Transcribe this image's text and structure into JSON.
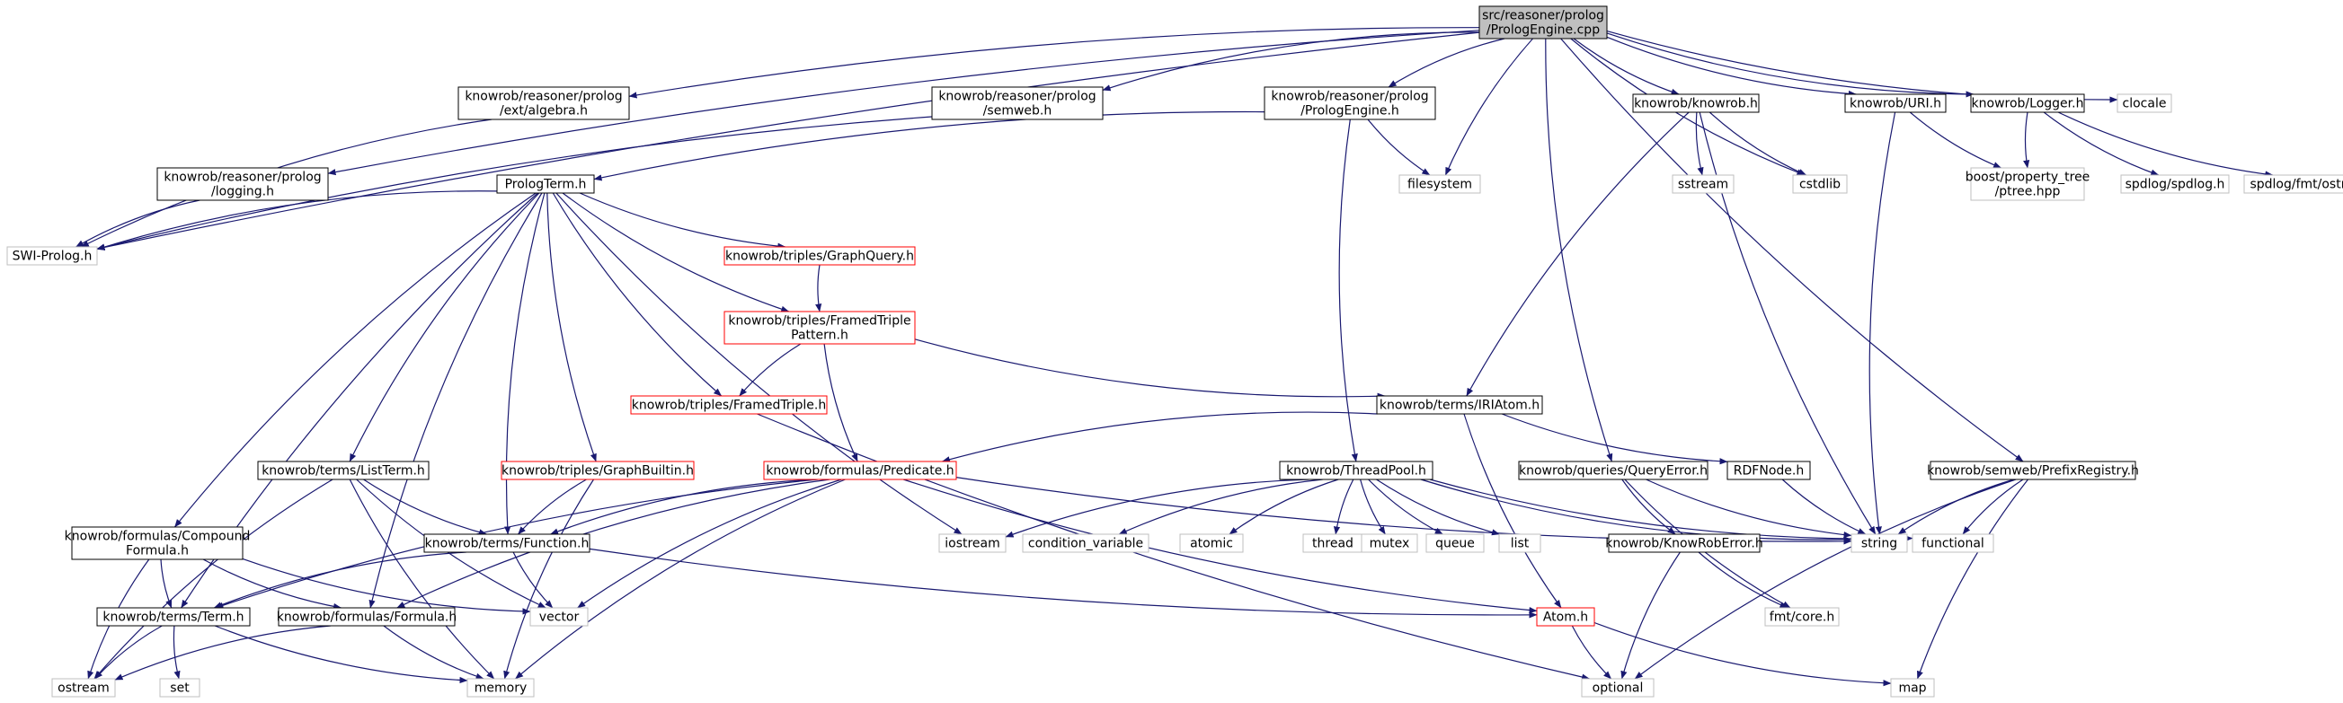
{
  "diagram": {
    "colors": {
      "edge": "#191970",
      "root_fill": "#bfbfbf",
      "border_default": "#000000",
      "border_missing": "#bfbfbf",
      "border_truncated": "#ff0000"
    },
    "nodes": [
      {
        "id": "root",
        "lines": [
          "src/reasoner/prolog",
          "/PrologEngine.cpp"
        ],
        "style": "root"
      },
      {
        "id": "ext_algebra",
        "lines": [
          "knowrob/reasoner/prolog",
          "/ext/algebra.h"
        ],
        "style": "default"
      },
      {
        "id": "semweb",
        "lines": [
          "knowrob/reasoner/prolog",
          "/semweb.h"
        ],
        "style": "default"
      },
      {
        "id": "prologengine_h",
        "lines": [
          "knowrob/reasoner/prolog",
          "/PrologEngine.h"
        ],
        "style": "default"
      },
      {
        "id": "knowrob_h",
        "lines": [
          "knowrob/knowrob.h"
        ],
        "style": "default"
      },
      {
        "id": "uri_h",
        "lines": [
          "knowrob/URI.h"
        ],
        "style": "default"
      },
      {
        "id": "logger_h",
        "lines": [
          "knowrob/Logger.h"
        ],
        "style": "default"
      },
      {
        "id": "clocale",
        "lines": [
          "clocale"
        ],
        "style": "missing"
      },
      {
        "id": "logging_h",
        "lines": [
          "knowrob/reasoner/prolog",
          "/logging.h"
        ],
        "style": "default"
      },
      {
        "id": "swi",
        "lines": [
          "SWI-Prolog.h"
        ],
        "style": "missing"
      },
      {
        "id": "prologterm",
        "lines": [
          "PrologTerm.h"
        ],
        "style": "default"
      },
      {
        "id": "filesystem",
        "lines": [
          "filesystem"
        ],
        "style": "missing"
      },
      {
        "id": "sstream",
        "lines": [
          "sstream"
        ],
        "style": "missing"
      },
      {
        "id": "cstdlib",
        "lines": [
          "cstdlib"
        ],
        "style": "missing"
      },
      {
        "id": "boost_ptree",
        "lines": [
          "boost/property_tree",
          "/ptree.hpp"
        ],
        "style": "missing"
      },
      {
        "id": "spdlog",
        "lines": [
          "spdlog/spdlog.h"
        ],
        "style": "missing"
      },
      {
        "id": "spdlog_fmt",
        "lines": [
          "spdlog/fmt/ostr.h"
        ],
        "style": "missing"
      },
      {
        "id": "graphquery",
        "lines": [
          "knowrob/triples/GraphQuery.h"
        ],
        "style": "truncated"
      },
      {
        "id": "framedtriplepattern",
        "lines": [
          "knowrob/triples/FramedTriple",
          "Pattern.h"
        ],
        "style": "truncated"
      },
      {
        "id": "framedtriple",
        "lines": [
          "knowrob/triples/FramedTriple.h"
        ],
        "style": "truncated"
      },
      {
        "id": "iriatom",
        "lines": [
          "knowrob/terms/IRIAtom.h"
        ],
        "style": "default"
      },
      {
        "id": "listterm",
        "lines": [
          "knowrob/terms/ListTerm.h"
        ],
        "style": "default"
      },
      {
        "id": "graphbuiltin",
        "lines": [
          "knowrob/triples/GraphBuiltin.h"
        ],
        "style": "truncated"
      },
      {
        "id": "predicate",
        "lines": [
          "knowrob/formulas/Predicate.h"
        ],
        "style": "truncated"
      },
      {
        "id": "threadpool",
        "lines": [
          "knowrob/ThreadPool.h"
        ],
        "style": "default"
      },
      {
        "id": "queryerror",
        "lines": [
          "knowrob/queries/QueryError.h"
        ],
        "style": "default"
      },
      {
        "id": "rdfnode",
        "lines": [
          "RDFNode.h"
        ],
        "style": "default"
      },
      {
        "id": "prefixregistry",
        "lines": [
          "knowrob/semweb/PrefixRegistry.h"
        ],
        "style": "default"
      },
      {
        "id": "compoundformula",
        "lines": [
          "knowrob/formulas/Compound",
          "Formula.h"
        ],
        "style": "default"
      },
      {
        "id": "function_h",
        "lines": [
          "knowrob/terms/Function.h"
        ],
        "style": "default"
      },
      {
        "id": "iostream",
        "lines": [
          "iostream"
        ],
        "style": "missing"
      },
      {
        "id": "condvar",
        "lines": [
          "condition_variable"
        ],
        "style": "missing"
      },
      {
        "id": "atomic",
        "lines": [
          "atomic"
        ],
        "style": "missing"
      },
      {
        "id": "thread",
        "lines": [
          "thread"
        ],
        "style": "missing"
      },
      {
        "id": "mutex",
        "lines": [
          "mutex"
        ],
        "style": "missing"
      },
      {
        "id": "queue",
        "lines": [
          "queue"
        ],
        "style": "missing"
      },
      {
        "id": "list",
        "lines": [
          "list"
        ],
        "style": "missing"
      },
      {
        "id": "string",
        "lines": [
          "string"
        ],
        "style": "missing"
      },
      {
        "id": "functional",
        "lines": [
          "functional"
        ],
        "style": "missing"
      },
      {
        "id": "knowroberror",
        "lines": [
          "knowrob/KnowRobError.h"
        ],
        "style": "default"
      },
      {
        "id": "term_h",
        "lines": [
          "knowrob/terms/Term.h"
        ],
        "style": "default"
      },
      {
        "id": "formula_h",
        "lines": [
          "knowrob/formulas/Formula.h"
        ],
        "style": "default"
      },
      {
        "id": "vector",
        "lines": [
          "vector"
        ],
        "style": "missing"
      },
      {
        "id": "atom_h",
        "lines": [
          "Atom.h"
        ],
        "style": "truncated"
      },
      {
        "id": "fmtcore",
        "lines": [
          "fmt/core.h"
        ],
        "style": "missing"
      },
      {
        "id": "ostream",
        "lines": [
          "ostream"
        ],
        "style": "missing"
      },
      {
        "id": "set",
        "lines": [
          "set"
        ],
        "style": "missing"
      },
      {
        "id": "memory",
        "lines": [
          "memory"
        ],
        "style": "missing"
      },
      {
        "id": "optional",
        "lines": [
          "optional"
        ],
        "style": "missing"
      },
      {
        "id": "map",
        "lines": [
          "map"
        ],
        "style": "missing"
      }
    ],
    "edges": [
      [
        "root",
        "ext_algebra"
      ],
      [
        "root",
        "semweb"
      ],
      [
        "root",
        "prologengine_h"
      ],
      [
        "root",
        "knowrob_h"
      ],
      [
        "root",
        "uri_h"
      ],
      [
        "root",
        "logger_h"
      ],
      [
        "root",
        "clocale"
      ],
      [
        "root",
        "logging_h"
      ],
      [
        "root",
        "swi"
      ],
      [
        "root",
        "filesystem"
      ],
      [
        "root",
        "cstdlib"
      ],
      [
        "root",
        "queryerror"
      ],
      [
        "root",
        "prefixregistry"
      ],
      [
        "ext_algebra",
        "swi"
      ],
      [
        "semweb",
        "swi"
      ],
      [
        "logging_h",
        "swi"
      ],
      [
        "prologengine_h",
        "prologterm"
      ],
      [
        "prologengine_h",
        "filesystem"
      ],
      [
        "prologengine_h",
        "threadpool"
      ],
      [
        "prologterm",
        "swi"
      ],
      [
        "prologterm",
        "graphquery"
      ],
      [
        "prologterm",
        "framedtriplepattern"
      ],
      [
        "prologterm",
        "framedtriple"
      ],
      [
        "prologterm",
        "listterm"
      ],
      [
        "prologterm",
        "graphbuiltin"
      ],
      [
        "prologterm",
        "function_h"
      ],
      [
        "prologterm",
        "formula_h"
      ],
      [
        "prologterm",
        "term_h"
      ],
      [
        "prologterm",
        "compoundformula"
      ],
      [
        "prologterm",
        "iostream"
      ],
      [
        "graphquery",
        "framedtriplepattern"
      ],
      [
        "framedtriplepattern",
        "framedtriple"
      ],
      [
        "framedtriplepattern",
        "iriatom"
      ],
      [
        "framedtriplepattern",
        "predicate"
      ],
      [
        "framedtriple",
        "optional"
      ],
      [
        "knowrob_h",
        "sstream"
      ],
      [
        "knowrob_h",
        "cstdlib"
      ],
      [
        "knowrob_h",
        "string"
      ],
      [
        "knowrob_h",
        "iriatom"
      ],
      [
        "uri_h",
        "boost_ptree"
      ],
      [
        "uri_h",
        "string"
      ],
      [
        "logger_h",
        "boost_ptree"
      ],
      [
        "logger_h",
        "spdlog"
      ],
      [
        "logger_h",
        "spdlog_fmt"
      ],
      [
        "iriatom",
        "predicate"
      ],
      [
        "iriatom",
        "rdfnode"
      ],
      [
        "iriatom",
        "atom_h"
      ],
      [
        "rdfnode",
        "string"
      ],
      [
        "listterm",
        "function_h"
      ],
      [
        "listterm",
        "vector"
      ],
      [
        "listterm",
        "memory"
      ],
      [
        "listterm",
        "ostream"
      ],
      [
        "graphbuiltin",
        "function_h"
      ],
      [
        "graphbuiltin",
        "memory"
      ],
      [
        "predicate",
        "function_h"
      ],
      [
        "predicate",
        "term_h"
      ],
      [
        "predicate",
        "formula_h"
      ],
      [
        "predicate",
        "vector"
      ],
      [
        "predicate",
        "memory"
      ],
      [
        "predicate",
        "atom_h"
      ],
      [
        "predicate",
        "string"
      ],
      [
        "threadpool",
        "iostream"
      ],
      [
        "threadpool",
        "condvar"
      ],
      [
        "threadpool",
        "atomic"
      ],
      [
        "threadpool",
        "thread"
      ],
      [
        "threadpool",
        "mutex"
      ],
      [
        "threadpool",
        "queue"
      ],
      [
        "threadpool",
        "list"
      ],
      [
        "threadpool",
        "string"
      ],
      [
        "threadpool",
        "functional"
      ],
      [
        "queryerror",
        "knowroberror"
      ],
      [
        "queryerror",
        "fmtcore"
      ],
      [
        "queryerror",
        "string"
      ],
      [
        "knowroberror",
        "fmtcore"
      ],
      [
        "knowroberror",
        "optional"
      ],
      [
        "prefixregistry",
        "string"
      ],
      [
        "prefixregistry",
        "functional"
      ],
      [
        "prefixregistry",
        "optional"
      ],
      [
        "prefixregistry",
        "map"
      ],
      [
        "compoundformula",
        "term_h"
      ],
      [
        "compoundformula",
        "formula_h"
      ],
      [
        "compoundformula",
        "vector"
      ],
      [
        "compoundformula",
        "ostream"
      ],
      [
        "function_h",
        "term_h"
      ],
      [
        "function_h",
        "vector"
      ],
      [
        "function_h",
        "atom_h"
      ],
      [
        "term_h",
        "ostream"
      ],
      [
        "term_h",
        "set"
      ],
      [
        "term_h",
        "memory"
      ],
      [
        "formula_h",
        "ostream"
      ],
      [
        "formula_h",
        "memory"
      ],
      [
        "atom_h",
        "optional"
      ],
      [
        "atom_h",
        "map"
      ]
    ]
  }
}
